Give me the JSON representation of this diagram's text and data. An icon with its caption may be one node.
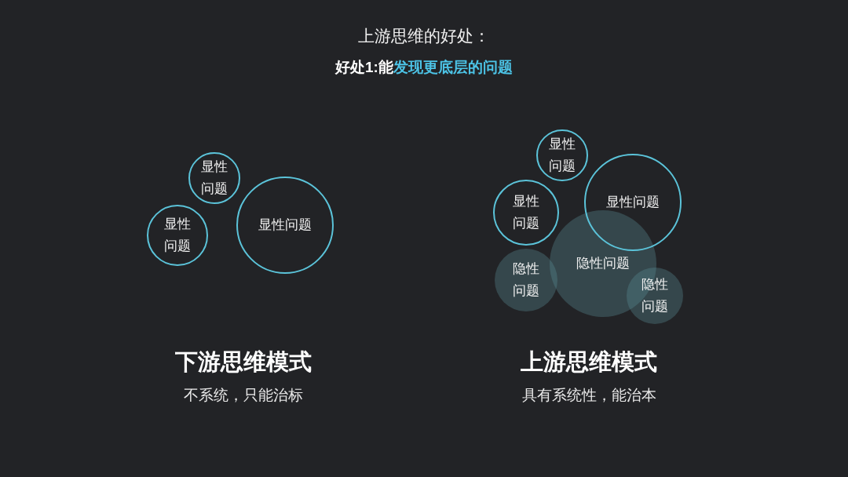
{
  "diagram": {
    "title": "上游思维的好处：",
    "nodes": [
      {
        "text": [
          "显性问题"
        ]
      },
      {
        "text": [
          "显性问题"
        ]
      },
      {
        "text": [
          "显性问题"
        ]
      },
      {
        "text": [
          "显性问题"
        ]
      },
      {
        "text": [
          "显性问题"
        ]
      },
      {
        "text": [
          "显性问题"
        ]
      },
      {
        "text": [
          "隐性问题"
        ]
      },
      {
        "text": [
          "隐性问题"
        ]
      },
      {
        "text": [
          "隐性问题"
        ]
      }
    ],
    "labels": [
      "好处1:能",
      "发现更底层的问题",
      "下游思维模式",
      "不系统，只能治标",
      "上游思维模式",
      "具有系统性，能治本"
    ]
  }
}
